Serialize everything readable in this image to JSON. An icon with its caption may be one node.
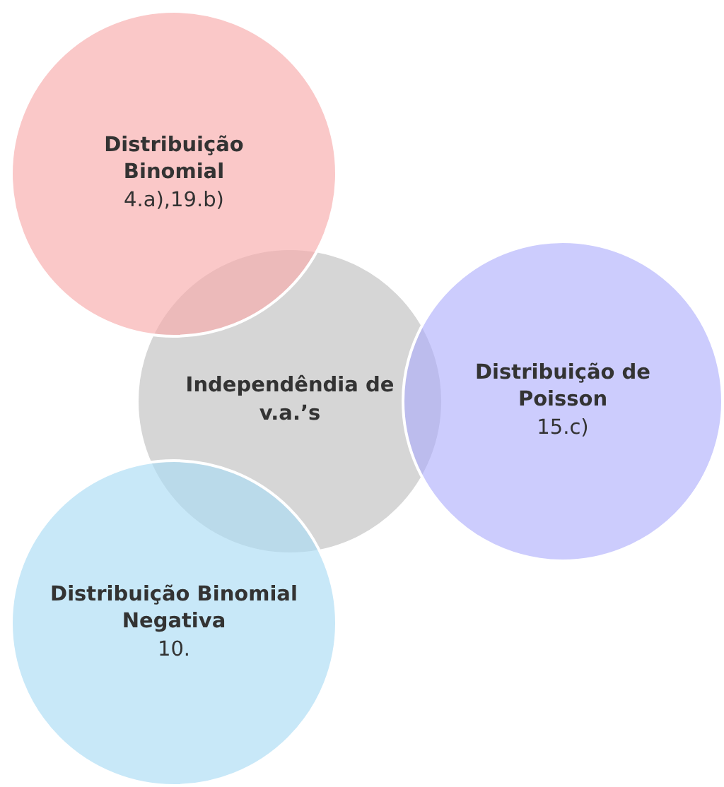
{
  "diagram": {
    "nodes": [
      {
        "text": [
          "Distribuição Binomial",
          "4.a),19.b)"
        ]
      },
      {
        "text": [
          "Independêndia de v.a.’s"
        ]
      },
      {
        "text": [
          "Distribuição de Poisson",
          "15.c)"
        ]
      },
      {
        "text": [
          "Distribuição Binomial Negativa",
          "10."
        ]
      }
    ]
  }
}
